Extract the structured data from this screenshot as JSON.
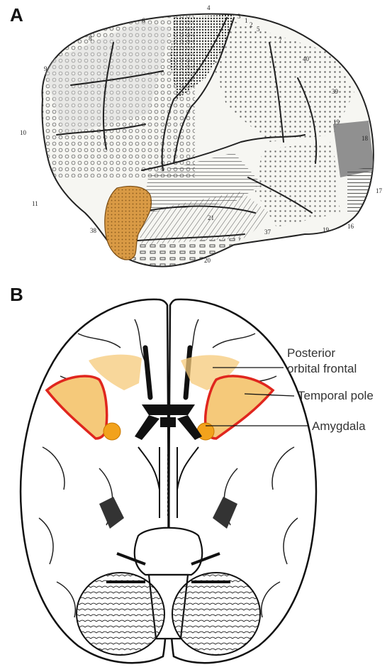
{
  "panel_a": {
    "letter": "A",
    "area_numbers": [
      "4",
      "3",
      "1",
      "2",
      "5",
      "6",
      "8",
      "9",
      "10",
      "11",
      "7",
      "40",
      "39",
      "19",
      "18",
      "17",
      "16",
      "19",
      "37",
      "21",
      "20",
      "38"
    ]
  },
  "panel_b": {
    "letter": "B",
    "labels": [
      "Posterior",
      "orbital frontal",
      "Temporal pole",
      "Amygdala"
    ]
  },
  "colors": {
    "temporal_pole_fill": "#d99a45",
    "orbital_highlight": "#f5c97a",
    "outline_red": "#e0261e",
    "amygdala": "#f2a21c"
  }
}
